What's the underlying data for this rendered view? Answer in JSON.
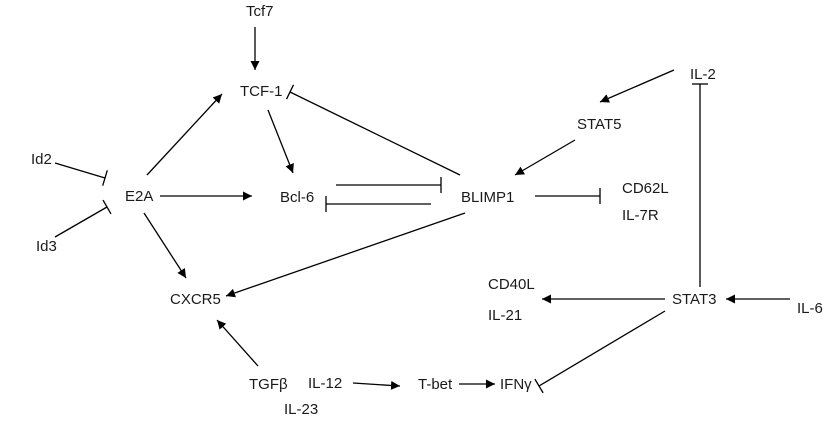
{
  "nodes": {
    "tcf7": "Tcf7",
    "tcf1": "TCF-1",
    "il2": "IL-2",
    "stat5": "STAT5",
    "id2": "Id2",
    "id3": "Id3",
    "e2a": "E2A",
    "bcl6": "Bcl-6",
    "blimp1": "BLIMP1",
    "cd62l": "CD62L",
    "il7r": "IL-7R",
    "cxcr5": "CXCR5",
    "cd40l": "CD40L",
    "il21": "IL-21",
    "stat3": "STAT3",
    "il6": "IL-6",
    "tgfb": "TGFβ",
    "il12": "IL-12",
    "il23": "IL-23",
    "tbet": "T-bet",
    "ifng": "IFNγ"
  },
  "edges": [
    {
      "from": "tcf7",
      "to": "tcf1",
      "type": "activation"
    },
    {
      "from": "e2a",
      "to": "tcf1",
      "type": "activation"
    },
    {
      "from": "tcf1",
      "to": "bcl6",
      "type": "activation"
    },
    {
      "from": "blimp1",
      "to": "tcf1",
      "type": "inhibition"
    },
    {
      "from": "id2",
      "to": "e2a",
      "type": "inhibition"
    },
    {
      "from": "id3",
      "to": "e2a",
      "type": "inhibition"
    },
    {
      "from": "e2a",
      "to": "bcl6",
      "type": "activation"
    },
    {
      "from": "e2a",
      "to": "cxcr5",
      "type": "activation"
    },
    {
      "from": "bcl6",
      "to": "blimp1",
      "type": "inhibition"
    },
    {
      "from": "blimp1",
      "to": "bcl6",
      "type": "inhibition"
    },
    {
      "from": "il2",
      "to": "stat5",
      "type": "activation"
    },
    {
      "from": "stat5",
      "to": "blimp1",
      "type": "activation"
    },
    {
      "from": "blimp1",
      "to": "cd62l_il7r",
      "type": "inhibition"
    },
    {
      "from": "blimp1",
      "to": "cxcr5",
      "type": "activation"
    },
    {
      "from": "stat3",
      "to": "il2",
      "type": "inhibition"
    },
    {
      "from": "stat3",
      "to": "cd40l_il21",
      "type": "activation"
    },
    {
      "from": "il6",
      "to": "stat3",
      "type": "activation"
    },
    {
      "from": "stat3",
      "to": "ifng",
      "type": "inhibition"
    },
    {
      "from": "tgfb",
      "to": "cxcr5",
      "type": "activation"
    },
    {
      "from": "il12",
      "to": "tbet",
      "type": "activation"
    },
    {
      "from": "tbet",
      "to": "ifng",
      "type": "activation"
    }
  ]
}
